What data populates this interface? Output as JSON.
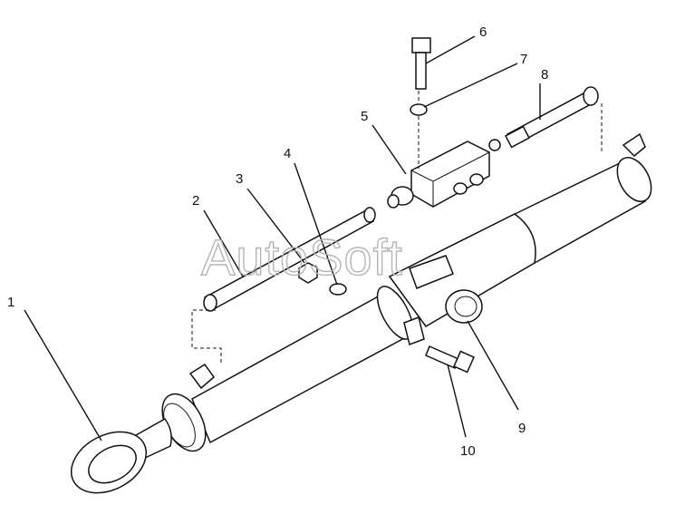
{
  "watermark": "AutoSoft",
  "callouts": [
    {
      "label": "1"
    },
    {
      "label": "2"
    },
    {
      "label": "3"
    },
    {
      "label": "4"
    },
    {
      "label": "5"
    },
    {
      "label": "6"
    },
    {
      "label": "7"
    },
    {
      "label": "8"
    },
    {
      "label": "9"
    },
    {
      "label": "10"
    }
  ]
}
